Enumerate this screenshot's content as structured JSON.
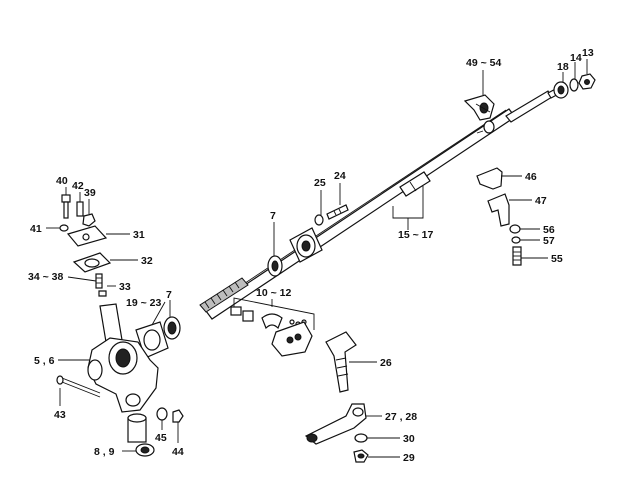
{
  "callouts": {
    "c13": "13",
    "c14": "14",
    "c18": "18",
    "c49_54": "49 ~ 54",
    "c46": "46",
    "c47": "47",
    "c56": "56",
    "c57": "57",
    "c55": "55",
    "c15_17": "15 ~ 17",
    "c24": "24",
    "c25": "25",
    "c7a": "7",
    "c7b": "7",
    "c10_12": "10 ~ 12",
    "c19_23": "19 ~ 23",
    "c40": "40",
    "c42": "42",
    "c39": "39",
    "c41": "41",
    "c31": "31",
    "c32": "32",
    "c34_38": "34 ~ 38",
    "c33": "33",
    "c5_6": "5 , 6",
    "c43": "43",
    "c26": "26",
    "c27_28": "27 , 28",
    "c30": "30",
    "c29": "29",
    "c45": "45",
    "c44": "44",
    "c8_9": "8 , 9"
  }
}
